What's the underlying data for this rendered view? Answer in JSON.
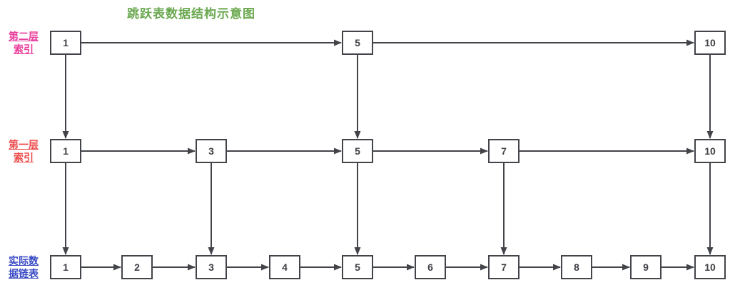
{
  "title": {
    "text": "跳跃表数据结构示意图",
    "color": "#6aa84f"
  },
  "rows": [
    {
      "name": "level-2-index",
      "label_lines": [
        "第二层",
        "索引"
      ],
      "label_text": "第二层索引",
      "label_color": "#e93d9b",
      "values": [
        1,
        5,
        10
      ]
    },
    {
      "name": "level-1-index",
      "label_lines": [
        "第一层",
        "索引"
      ],
      "label_text": "第一层索引",
      "label_color": "#ee4c4c",
      "values": [
        1,
        3,
        5,
        7,
        10
      ]
    },
    {
      "name": "data-linked-list",
      "label_lines": [
        "实际数",
        "据链表"
      ],
      "label_text": "实际数据链表",
      "label_color": "#3a4bc4",
      "values": [
        1,
        2,
        3,
        4,
        5,
        6,
        7,
        8,
        9,
        10
      ]
    }
  ],
  "vertical_links": [
    {
      "from_row": 0,
      "to_row": 1,
      "values": [
        1,
        5,
        10
      ]
    },
    {
      "from_row": 1,
      "to_row": 2,
      "values": [
        1,
        3,
        5,
        7,
        10
      ]
    }
  ],
  "colors": {
    "line": "#43444a",
    "node_border": "#43444a",
    "node_text": "#3f4045",
    "background": "#ffffff"
  }
}
